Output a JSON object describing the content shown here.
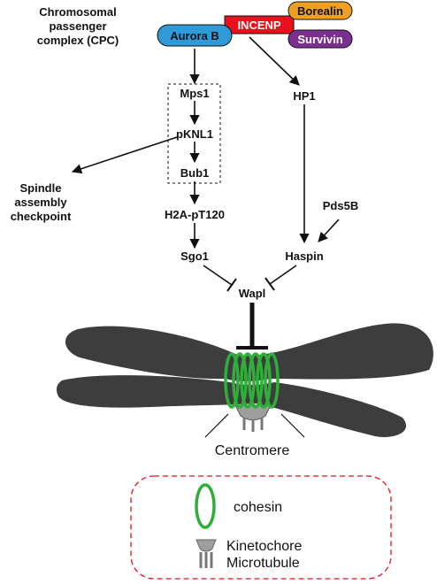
{
  "header": {
    "cpc_line1": "Chromosomal",
    "cpc_line2": "passenger",
    "cpc_line3": "complex (CPC)"
  },
  "cpc_proteins": {
    "aurora_b": "Aurora B",
    "incenp": "INCENP",
    "borealin": "Borealin",
    "survivin": "Survivin"
  },
  "pathway": {
    "mps1": "Mps1",
    "pknl1": "pKNL1",
    "bub1": "Bub1",
    "h2a": "H2A-pT120",
    "sgo1": "Sgo1",
    "hp1": "HP1",
    "pds5b": "Pds5B",
    "haspin": "Haspin",
    "wapl": "Wapl",
    "sac_line1": "Spindle",
    "sac_line2": "assembly",
    "sac_line3": "checkpoint"
  },
  "chromosome": {
    "centromere_label": "Centromere"
  },
  "legend": {
    "cohesin": "cohesin",
    "kinetochore": "Kinetochore",
    "microtubule": "Microtubule"
  },
  "colors": {
    "aurora_b": "#2f9ad8",
    "incenp": "#e8101a",
    "borealin": "#f0a020",
    "survivin": "#7b2f8f",
    "cohesin": "#2fae3a",
    "chromosome": "#3d3d3d",
    "legend_border": "#e8101a"
  }
}
